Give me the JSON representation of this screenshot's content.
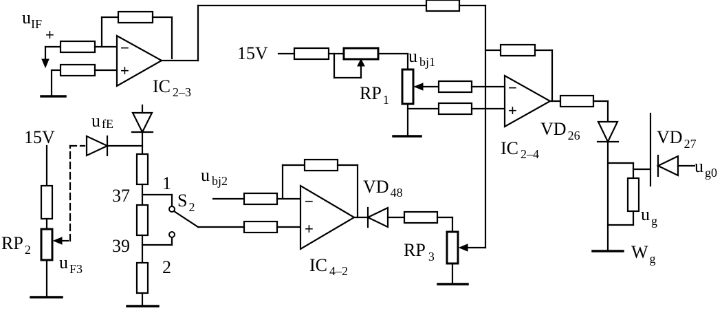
{
  "amplifiers": {
    "ic23": {
      "name": "IC",
      "sub": "2–3",
      "minus": "−",
      "plus": "+"
    },
    "ic24": {
      "name": "IC",
      "sub": "2–4",
      "minus": "−",
      "plus": "+"
    },
    "ic42": {
      "name": "IC",
      "sub": "4–2",
      "minus": "−",
      "plus": "+"
    }
  },
  "signals": {
    "u_if": {
      "base": "u",
      "sub": "IF"
    },
    "u_if_polarity": "+",
    "u_bj1": {
      "base": "u",
      "sub": "bj1"
    },
    "u_bj2": {
      "base": "u",
      "sub": "bj2"
    },
    "u_fe": {
      "base": "u",
      "sub": "fE"
    },
    "u_f3": {
      "base": "u",
      "sub": "F3"
    },
    "u_g0": {
      "base": "u",
      "sub": "g0"
    },
    "u_g": {
      "base": "u",
      "sub": "g"
    }
  },
  "supplies": {
    "top": "15V",
    "left": "15V"
  },
  "potentiometers": {
    "rp1": {
      "base": "RP",
      "sub": "1"
    },
    "rp2": {
      "base": "RP",
      "sub": "2"
    },
    "rp3": {
      "base": "RP",
      "sub": "3"
    }
  },
  "diodes": {
    "vd26": {
      "base": "VD",
      "sub": "26"
    },
    "vd27": {
      "base": "VD",
      "sub": "27"
    },
    "vd48": {
      "base": "VD",
      "sub": "48"
    }
  },
  "switch": {
    "name": {
      "base": "S",
      "sub": "2"
    },
    "pos1": "1",
    "pos2": "2"
  },
  "nodes": {
    "n37": "37",
    "n39": "39"
  },
  "winding": {
    "base": "W",
    "sub": "g"
  }
}
